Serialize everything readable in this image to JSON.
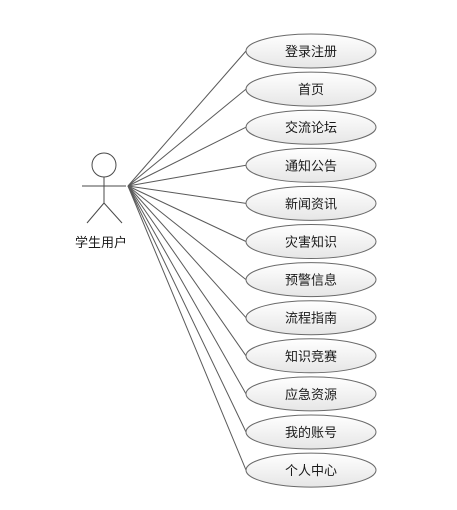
{
  "actor": {
    "name": "学生用户"
  },
  "use_cases": [
    {
      "label": "登录注册"
    },
    {
      "label": "首页"
    },
    {
      "label": "交流论坛"
    },
    {
      "label": "通知公告"
    },
    {
      "label": "新闻资讯"
    },
    {
      "label": "灾害知识"
    },
    {
      "label": "预警信息"
    },
    {
      "label": "流程指南"
    },
    {
      "label": "知识竞赛"
    },
    {
      "label": "应急资源"
    },
    {
      "label": "我的账号"
    },
    {
      "label": "个人中心"
    }
  ],
  "colors": {
    "line": "#5a5a5a",
    "ellipse_fill_top": "#ffffff",
    "ellipse_fill_bottom": "#e8e8e8",
    "ellipse_stroke": "#6a6a6a"
  }
}
